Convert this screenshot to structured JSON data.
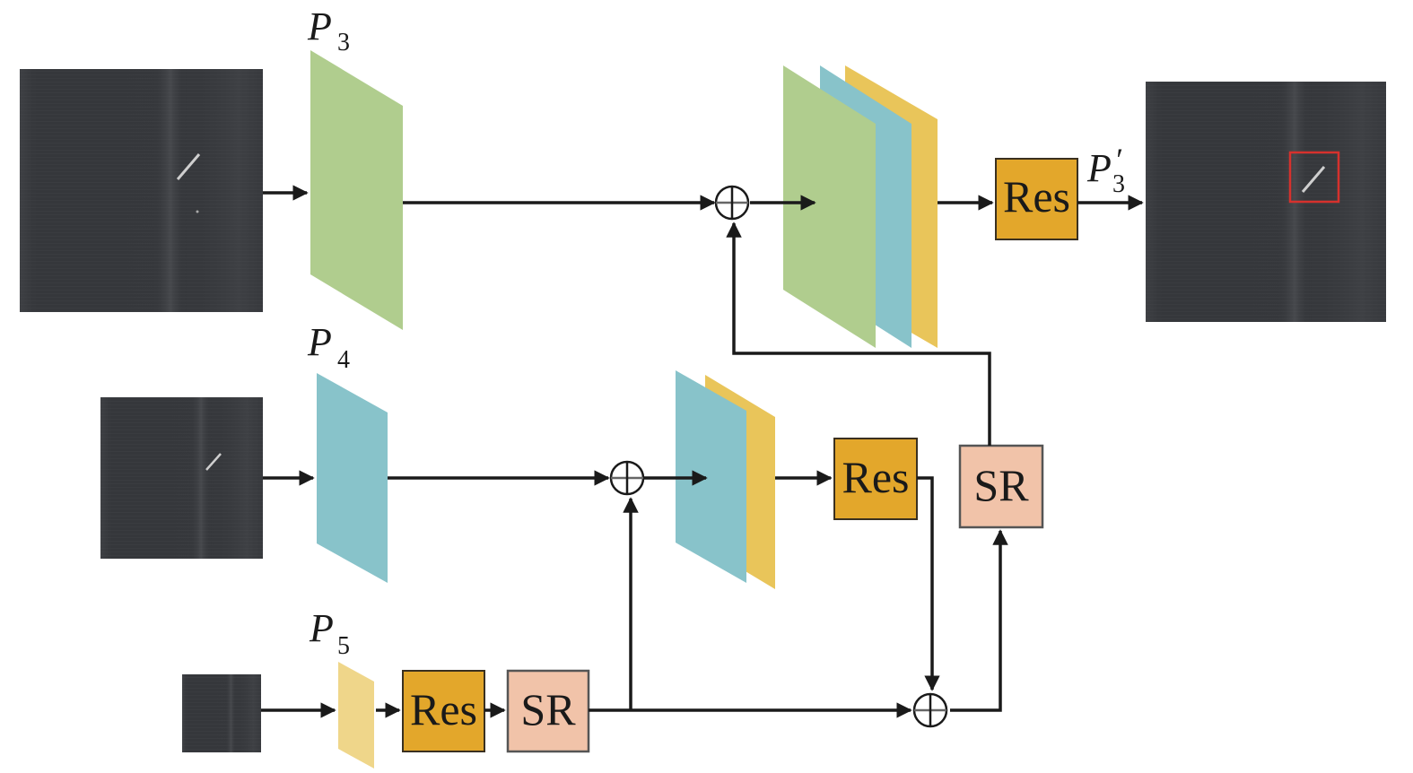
{
  "colors": {
    "green_plane": "#b0cd8e",
    "blue_plane": "#88c3ca",
    "yellow_plane": "#e9c55a",
    "light_yellow_plane": "#efd68a",
    "res_box": "#e3a72b",
    "sr_box": "#f1c3a9",
    "image_bg": "#35373b",
    "detection_box": "#d6312d"
  },
  "labels": {
    "p3": {
      "main": "P",
      "sub": "3"
    },
    "p4": {
      "main": "P",
      "sub": "4"
    },
    "p5": {
      "main": "P",
      "sub": "5"
    },
    "p3_out": {
      "main": "P",
      "prime": "′",
      "sub": "3"
    }
  },
  "blocks": {
    "res_top": "Res",
    "res_mid": "Res",
    "res_bottom": "Res",
    "sr_mid": "SR",
    "sr_bottom": "SR"
  },
  "nodes": {
    "sum_symbol": "⊕"
  }
}
